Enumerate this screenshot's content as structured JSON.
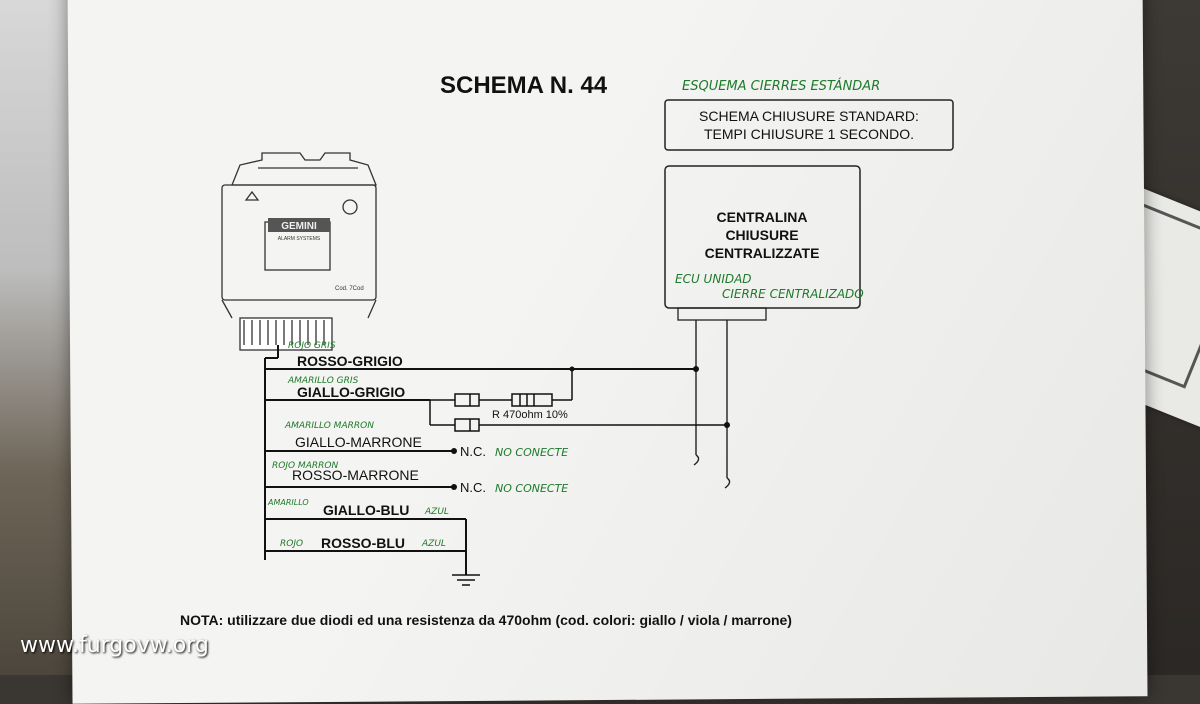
{
  "title": "SCHEMA N. 44",
  "handwritten_title": "ESQUEMA CIERRES ESTÁNDAR",
  "standard_box": {
    "line1": "SCHEMA CHIUSURE STANDARD:",
    "line2": "TEMPI CHIUSURE 1 SECONDO."
  },
  "ecu_box": {
    "line1": "CENTRALINA",
    "line2": "CHIUSURE",
    "line3": "CENTRALIZZATE",
    "hand1": "ECU UNIDAD",
    "hand2": "CIERRE CENTRALIZADO"
  },
  "alarm_unit": {
    "brand": "GEMINI",
    "subtitle": "ALARM SYSTEMS",
    "model": "Cod. 7Cod"
  },
  "wires": [
    {
      "label": "ROSSO-GRIGIO",
      "hand": "ROJO GRIS"
    },
    {
      "label": "GIALLO-GRIGIO",
      "hand": "AMARILLO GRIS"
    },
    {
      "label": "GIALLO-MARRONE",
      "hand": "AMARILLO MARRON",
      "end_label": "N.C.",
      "end_hand": "NO CONECTE"
    },
    {
      "label": "ROSSO-MARRONE",
      "hand": "ROJO MARRON",
      "end_label": "N.C.",
      "end_hand": "NO CONECTE"
    },
    {
      "label": "GIALLO-BLU",
      "hand": "AMARILLO",
      "hand2": "AZUL"
    },
    {
      "label": "ROSSO-BLU",
      "hand": "ROJO",
      "hand2": "AZUL"
    }
  ],
  "resistor_label": "R 470ohm 10%",
  "note": "NOTA: utilizzare due diodi ed una resistenza da 470ohm (cod. colori: giallo / viola / marrone)",
  "watermark": "www.furgovw.org",
  "colors": {
    "ink": "#111111",
    "handwriting": "#1d7a2a",
    "paper": "#f4f4f2"
  }
}
